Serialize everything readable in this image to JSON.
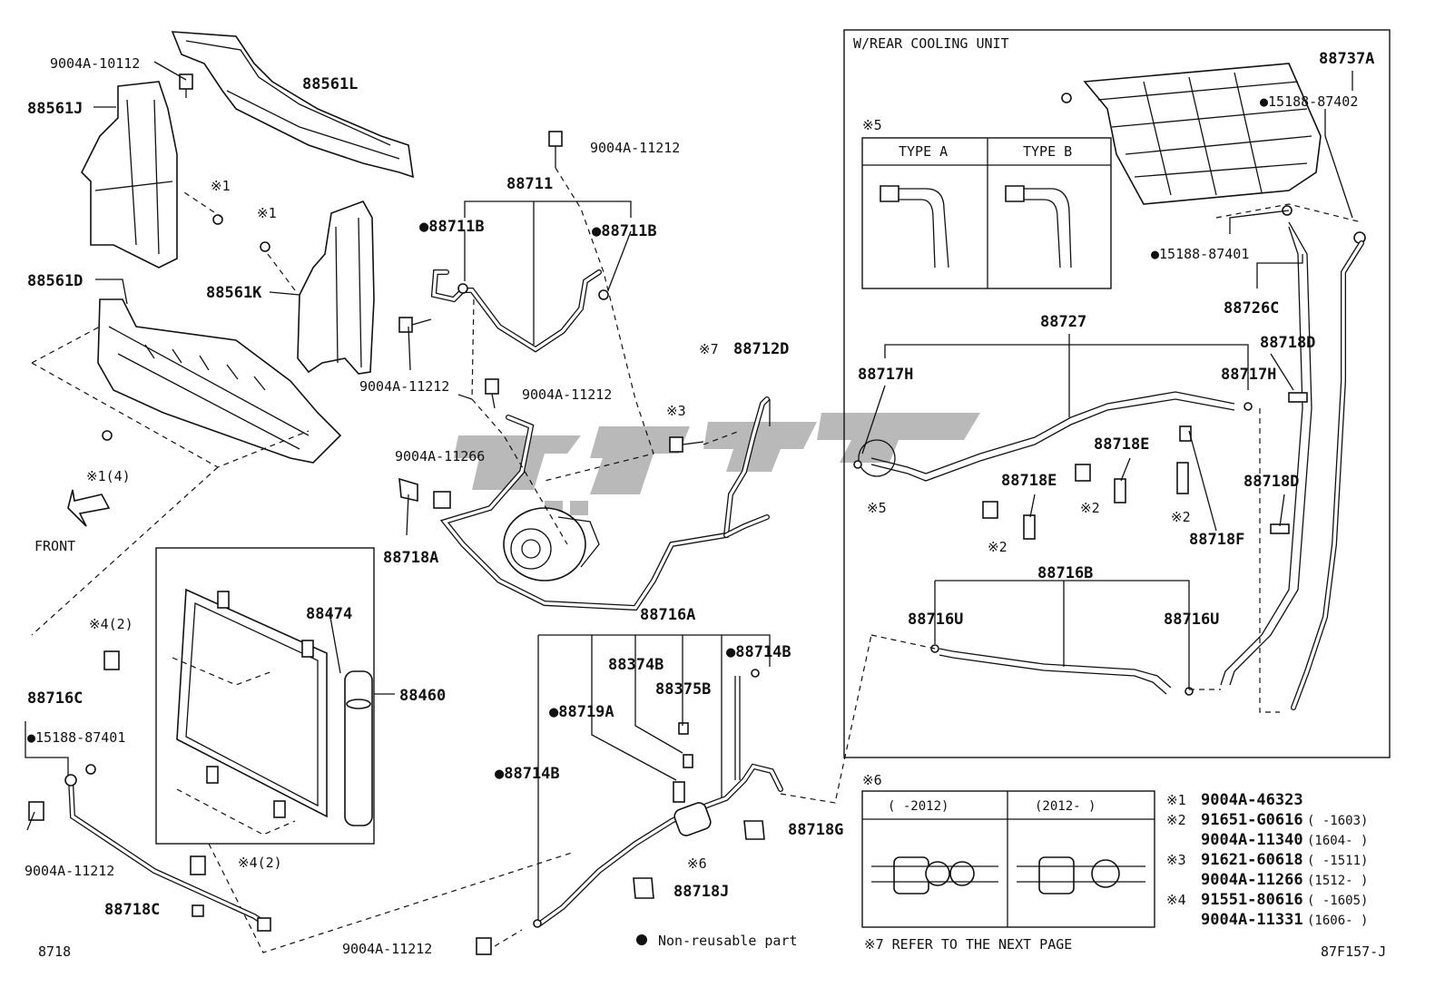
{
  "diagram": {
    "code": "8718",
    "figure_id": "87F157-J",
    "front_label": "FRONT",
    "legend_non_reusable": "Non-reusable part",
    "rear_section": {
      "title": "W/REAR COOLING UNIT",
      "type_box_mark": "※5",
      "type_a": "TYPE A",
      "type_b": "TYPE B"
    },
    "note6": {
      "mark": "※6",
      "col1": "(   -2012)",
      "col2": "(2012-   )"
    },
    "note7": "※7  REFER TO THE NEXT PAGE",
    "footnotes": [
      {
        "mark": "※1",
        "part": "9004A-46323",
        "range": ""
      },
      {
        "mark": "※2",
        "part": "91651-G0616",
        "range": "(     -1603)"
      },
      {
        "mark": "",
        "part": "9004A-11340",
        "range": "(1604-     )"
      },
      {
        "mark": "※3",
        "part": "91621-60618",
        "range": "(     -1511)"
      },
      {
        "mark": "",
        "part": "9004A-11266",
        "range": "(1512-     )"
      },
      {
        "mark": "※4",
        "part": "91551-80616",
        "range": "(     -1605)"
      },
      {
        "mark": "",
        "part": "9004A-11331",
        "range": "(1606-     )"
      }
    ],
    "labels": {
      "p9004A_10112": "9004A-10112",
      "p88561L": "88561L",
      "p88561J": "88561J",
      "p88561D": "88561D",
      "p88561K": "88561K",
      "x1_a": "※1",
      "x1_b": "※1",
      "x1_4": "※1(4)",
      "p9004A_11212_top": "9004A-11212",
      "p88711": "88711",
      "p88711B_left": "●88711B",
      "p88711B_right": "●88711B",
      "p9004A_11212_mid": "9004A-11212",
      "p9004A_11212_mid2": "9004A-11212",
      "x7": "※7",
      "p88712D": "88712D",
      "x3": "※3",
      "p9004A_11266": "9004A-11266",
      "p88718A": "88718A",
      "x4_top": "※4(2)",
      "p88474": "88474",
      "p88460": "88460",
      "p88716C": "88716C",
      "p15188_87401_left": "●15188-87401",
      "p9004A_11212_low": "9004A-11212",
      "x4_bot": "※4(2)",
      "p88718C": "88718C",
      "p88716A": "88716A",
      "p88374B": "88374B",
      "p88375B": "88375B",
      "p88714B_right": "●88714B",
      "p88719A": "●88719A",
      "p88714B_left": "●88714B",
      "x6": "※6",
      "p88718G": "88718G",
      "p88718J": "88718J",
      "p9004A_11212_bottom": "9004A-11212",
      "p88737A": "88737A",
      "p15188_87402": "●15188-87402",
      "p15188_87401_right": "●15188-87401",
      "p88726C": "88726C",
      "p88727": "88727",
      "p88717H_left": "88717H",
      "p88717H_right": "88717H",
      "p88718D_top": "88718D",
      "p88718E_a": "88718E",
      "p88718E_b": "88718E",
      "x2_a": "※2",
      "x2_b": "※2",
      "x2_c": "※2",
      "p88718F": "88718F",
      "p88718D_mid": "88718D",
      "x5": "※5",
      "p88716B": "88716B",
      "p88716U_left": "88716U",
      "p88716U_right": "88716U"
    }
  }
}
